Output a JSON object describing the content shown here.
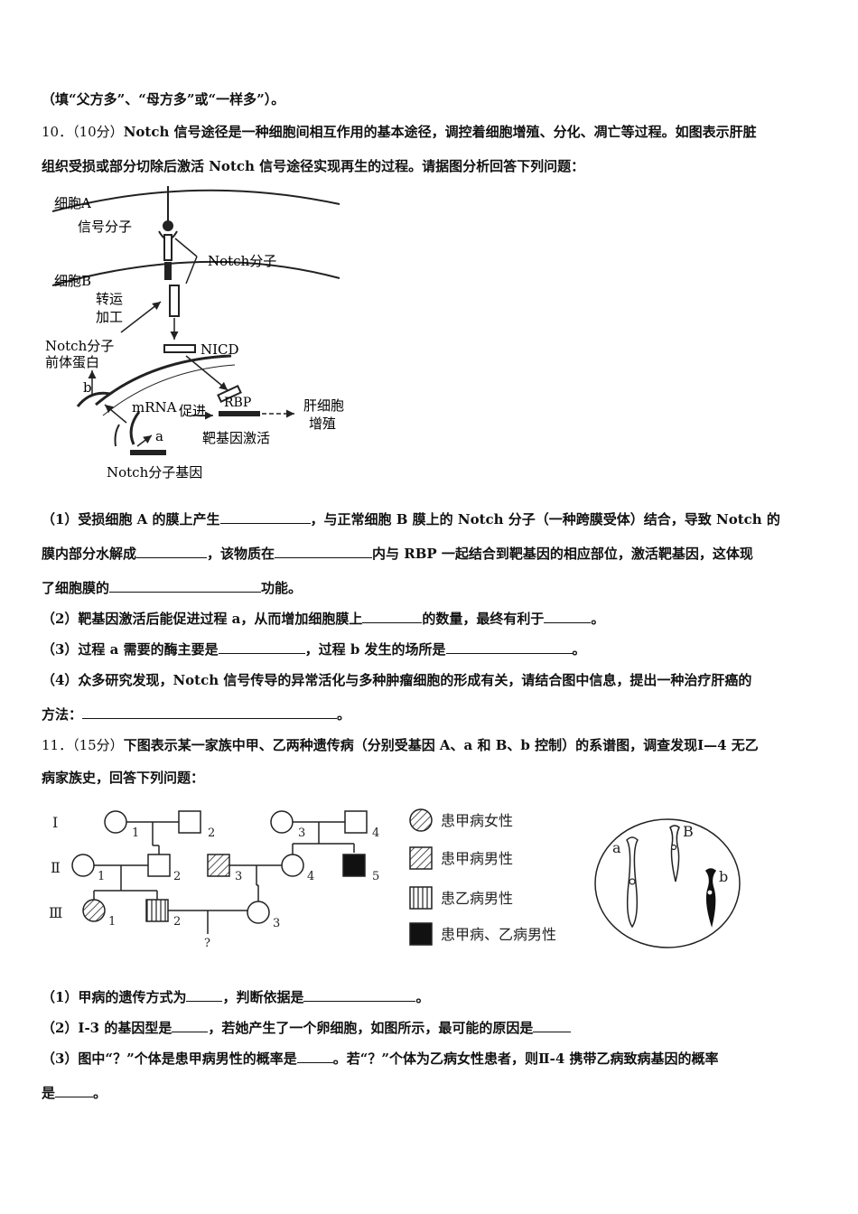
{
  "q9_tail": "（填“父方多”、“母方多”或“一样多”）。",
  "q10": {
    "number": "10．",
    "score": "（10分）",
    "stem_line1": "Notch 信号途径是一种细胞间相互作用的基本途径，调控着细胞增殖、分化、凋亡等过程。如图表示肝脏",
    "stem_line2": "组织受损或部分切除后激活 Notch 信号途径实现再生的过程。请据图分析回答下列问题：",
    "figure": {
      "cell_a": "细胞A",
      "signal_molecule": "信号分子",
      "notch_molecule": "Notch分子",
      "cell_b": "细胞B",
      "transport_1": "转运",
      "transport_2": "加工",
      "nicd": "NICD",
      "precursor_1": "Notch分子",
      "precursor_2": "前体蛋白",
      "label_b": "b",
      "mrna": "mRNA",
      "promote": "促进",
      "rbp": "RBP",
      "liver_1": "肝细胞",
      "liver_2": "增殖",
      "label_a": "a",
      "target_activation": "靶基因激活",
      "notch_gene": "Notch分子基因"
    },
    "p1_line1_a": "（1）受损细胞 A 的膜上产生",
    "p1_line1_b": "，与正常细胞 B 膜上的 Notch 分子（一种跨膜受体）结合，导致 Notch 的",
    "p1_line2_a": "膜内部分水解成",
    "p1_line2_b": "，该物质在",
    "p1_line2_c": "内与 RBP 一起结合到靶基因的相应部位，激活靶基因，这体现",
    "p1_line3_a": "了细胞膜的",
    "p1_line3_b": "功能。",
    "p2_a": "（2）靶基因激活后能促进过程 a，从而增加细胞膜上",
    "p2_b": "的数量，最终有利于",
    "p2_c": "。",
    "p3_a": "（3）过程 a 需要的酶主要是",
    "p3_b": "，过程 b 发生的场所是",
    "p3_c": "。",
    "p4_line1": "（4）众多研究发现，Notch 信号传导的异常活化与多种肿瘤细胞的形成有关，请结合图中信息，提出一种治疗肝癌的",
    "p4_line2_a": "方法：",
    "p4_line2_b": "。"
  },
  "q11": {
    "number": "11．",
    "score": "（15分）",
    "stem_line1": "下图表示某一家族中甲、乙两种遗传病（分别受基因 A、a 和 B、b 控制）的系谱图，调查发现Ⅰ—4 无乙",
    "stem_line2": "病家族史，回答下列问题：",
    "pedigree": {
      "gen_1": "Ⅰ",
      "gen_2": "Ⅱ",
      "gen_3": "Ⅲ",
      "i1": "1",
      "i2": "2",
      "i3": "3",
      "i4": "4",
      "ii1": "1",
      "ii2": "2",
      "ii3": "3",
      "ii4": "4",
      "ii5": "5",
      "iii1": "1",
      "iii2": "2",
      "iii3": "3",
      "unknown": "?"
    },
    "legend": {
      "female_a": "患甲病女性",
      "male_a": "患甲病男性",
      "male_b": "患乙病男性",
      "male_ab": "患甲病、乙病男性"
    },
    "chromosome": {
      "a": "a",
      "B": "B",
      "b": "b"
    },
    "p1_a": "（1）甲病的遗传方式为",
    "p1_b": "，判断依据是",
    "p1_c": "。",
    "p2_a": "（2）Ⅰ-3 的基因型是",
    "p2_b": "，若她产生了一个卵细胞，如图所示，最可能的原因是",
    "p3_line1_a": "（3）图中“？”个体是患甲病男性的概率是",
    "p3_line1_b": "。若“？”个体为乙病女性患者，则Ⅱ-4 携带乙病致病基因的概率",
    "p3_line2_a": "是",
    "p3_line2_b": "。"
  }
}
